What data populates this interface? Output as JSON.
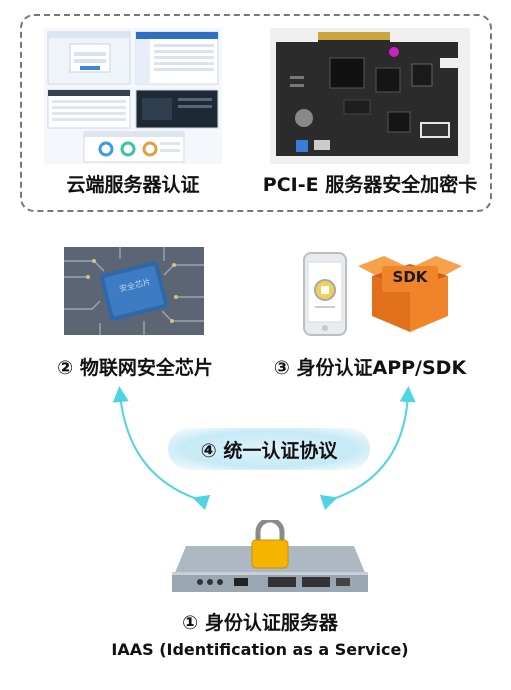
{
  "top_panel": {
    "left_caption": "云端服务器认证",
    "right_caption": "PCI-E 服务器安全加密卡"
  },
  "middle": {
    "chip_caption": "② 物联网安全芯片",
    "app_caption": "③ 身份认证APP/SDK",
    "sdk_box_label": "SDK",
    "chip_text": "安全芯片"
  },
  "protocol_label": "④ 统一认证协议",
  "bottom": {
    "server_caption": "① 身份认证服务器",
    "server_subcaption": "IAAS (Identification as a Service)"
  },
  "colors": {
    "arrow": "#4fd4e4",
    "sdk_orange": "#f0842a",
    "lock_gold": "#f5b400"
  }
}
